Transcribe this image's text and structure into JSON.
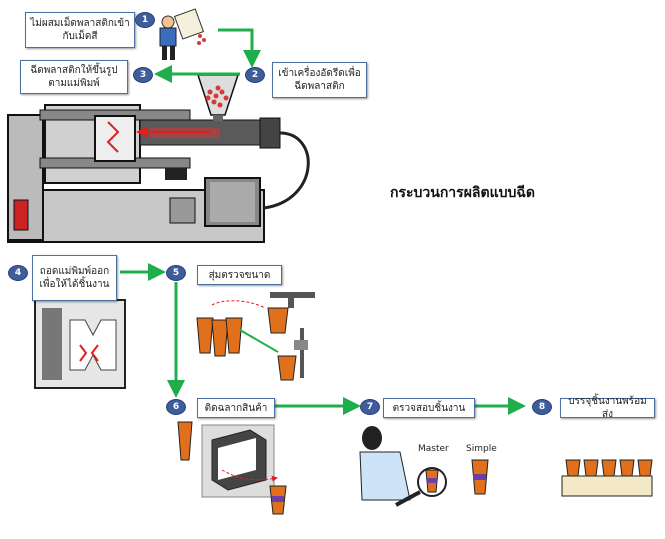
{
  "title": "กระบวนการผลิตแบบฉีด",
  "steps": [
    {
      "num": "1",
      "label": "ไม่ผสมเม็ดพลาสติกเข้ากับเม็ดสี"
    },
    {
      "num": "2",
      "label": "เข้าเครื่องอัดรีดเพื่อฉีดพลาสติก"
    },
    {
      "num": "3",
      "label": "ฉีดพลาสติกให้ขึ้นรูปตามแม่พิมพ์"
    },
    {
      "num": "4",
      "label": "ถอดแม่พิมพ์ออกเพื่อให้ได้ชิ้นงาน"
    },
    {
      "num": "5",
      "label": "สุ่มตรวจขนาด"
    },
    {
      "num": "6",
      "label": "ติดฉลากสินค้า"
    },
    {
      "num": "7",
      "label": "ตรวจสอบชิ้นงาน"
    },
    {
      "num": "8",
      "label": "บรรจุชิ้นงานพร้อมส่ง"
    }
  ],
  "inspect": {
    "master": "Master",
    "simple": "Simple"
  },
  "colors": {
    "arrow": "#1fae4b",
    "cup": "#e1701c",
    "step": "#3f5d9a"
  }
}
